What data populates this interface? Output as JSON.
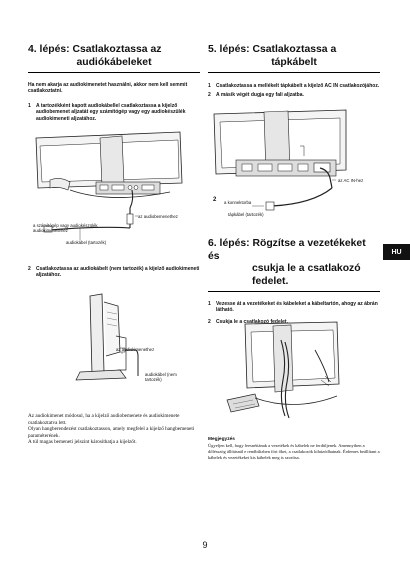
{
  "left": {
    "title_line1": "4. lépés: Csatlakoztassa az",
    "title_line2": "audiókábeleket",
    "intro": "Ha nem akarja az audiokimenetet használni, akkor nem kell semmit csatlakoztatni.",
    "step1_num": "1",
    "step1_text": "A tartozékként kapott audiokábellel csatlakoztassa a kijelző audiobemenet aljzatát egy számítógép vagy egy audiokészülék audiokimeneti aljzatához.",
    "fig1_label_to_audio_in": "az audiobemenethez",
    "fig1_label_to_device": "a számítógép vagy audiokészülék audiokimenetéhez",
    "fig1_label_cable": "audiokábel (tartozék)",
    "step2_num": "2",
    "step2_text": "Csatlakoztassa az audiokábelt (nem tartozék) a kijelző audiokimeneti aljzatához.",
    "fig2_label_to_audio_out": "az audiokimenethez",
    "fig2_label_cable": "audiokábel (nem tartozék)",
    "body_p1": "Az audiokimenet módosul, ha a kijelző audiobemenete és audiokimenete csatlakoztatva lett.",
    "body_p2": "Olyan hangberendezést csatlakoztasson, amely megfelel a kijelző hangbemeneti paraméterének.",
    "body_p3": "A túl magas bemeneti jelszint károsíthatja a kijelzőt."
  },
  "right": {
    "title5_line1": "5. lépés: Csatlakoztassa a",
    "title5_line2": "tápkábelt",
    "s5_step1_num": "1",
    "s5_step1_text": "Csatlakoztassa a mellékelt tápkábelt a kijelző AC IN csatlakozójához.",
    "s5_step2_num": "2",
    "s5_step2_text": "A másik végét dugja egy fali aljzatba.",
    "fig3_label_ac_in": "az AC IN-hez",
    "fig3_num2": "2",
    "fig3_label_outlet": "a konnektorba",
    "fig3_label_cable": "tápkábel (tartozék)",
    "title6_line1": "6. lépés: Rögzítse a vezetékeket és",
    "title6_line2": "csukja le a csatlakozó",
    "title6_line3": "fedelet.",
    "s6_step1_num": "1",
    "s6_step1_text": "Vezesse át a vezetékeket és kábeleket a kábeltartón, ahogy az ábrán látható.",
    "s6_step2_num": "2",
    "s6_step2_text": "Csukja le a csatlakozó fedelet.",
    "note_title": "Megjegyzés",
    "note_text": "Ügyeljen kell, hogy leesnétiának a vezetékek és kábelek ne ferdüljenek. Amennyiben a dőlésszög állításnál e rendbilizben föri őket, a csatlakozók kihúzódhatnak. Érdemes beállítani a kábelek és vezetékeket kis kábelek meg is szorítsa."
  },
  "side_tab": "HU",
  "page_number": "9"
}
